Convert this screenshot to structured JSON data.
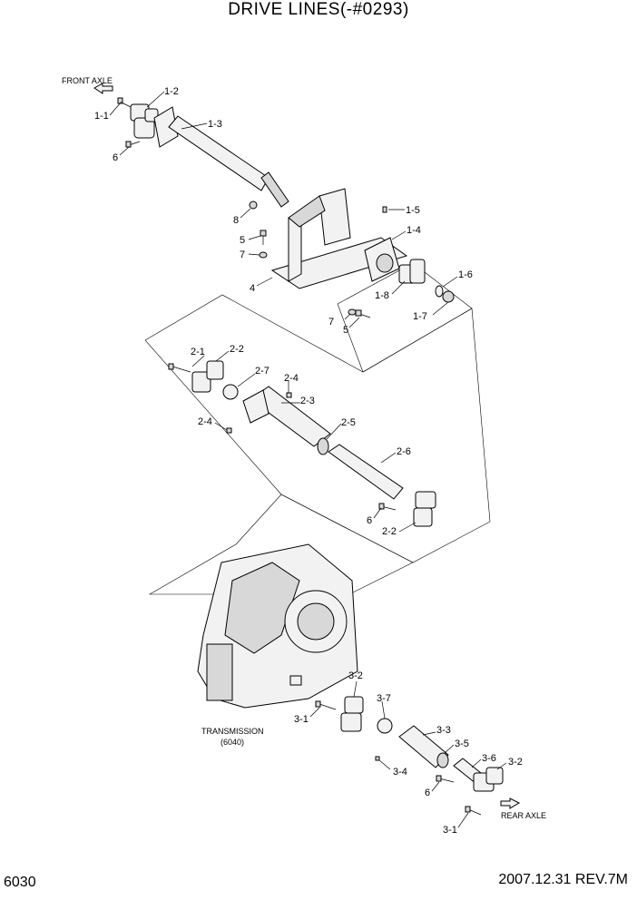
{
  "title": "DRIVE LINES(-#0293)",
  "footer": {
    "page_number": "6030",
    "date_rev": "2007.12.31  REV.7M"
  },
  "notes": {
    "front_axle": "FRONT AXLE",
    "rear_axle": "REAR AXLE",
    "transmission": "TRANSMISSION",
    "transmission_ref": "(6040)"
  },
  "labels": {
    "l1": "1-1",
    "l2": "1-2",
    "l3": "1-3",
    "l4": "6",
    "l5": "8",
    "l6": "5",
    "l7": "7",
    "l8": "4",
    "l9": "1-5",
    "l10": "1-4",
    "l11": "1-6",
    "l12": "1-8",
    "l13": "7",
    "l14": "5",
    "l15": "1-7",
    "l16": "2-1",
    "l17": "2-2",
    "l18": "2-7",
    "l19": "2-4",
    "l20": "2-3",
    "l21": "2-4",
    "l22": "2-5",
    "l23": "2-6",
    "l24": "6",
    "l25": "2-2",
    "l26": "3-2",
    "l27": "3-7",
    "l28": "3-1",
    "l29": "3-3",
    "l30": "3-5",
    "l31": "3-6",
    "l32": "3-2",
    "l33": "3-4",
    "l34": "6",
    "l35": "3-1"
  }
}
